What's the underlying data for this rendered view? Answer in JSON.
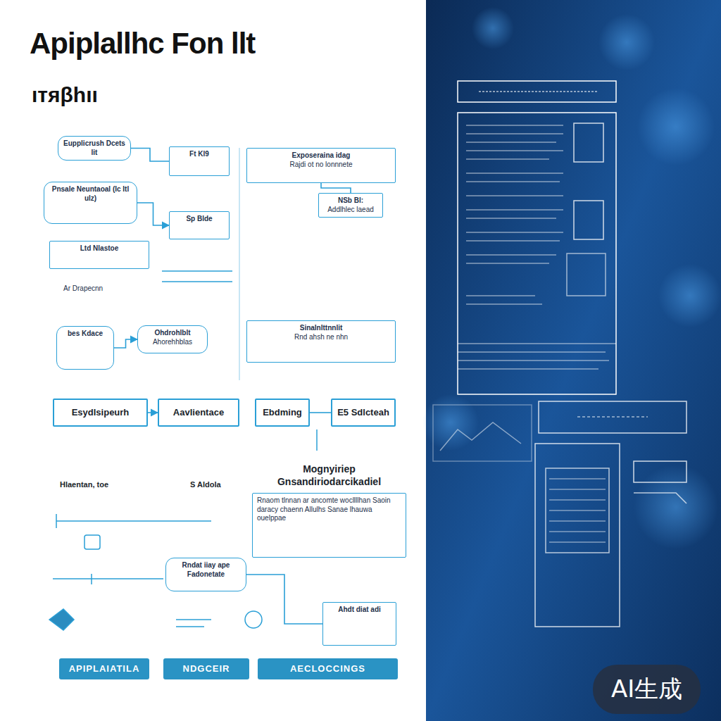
{
  "diagram": {
    "title": "Apiplallhc Fon llt",
    "nodes": [
      {
        "text": [
          "Eupplicrush Dcets lit"
        ]
      },
      {
        "text": [
          "Pnsale Neuntaoal (Ic Itl ulz)"
        ]
      },
      {
        "text": [
          "Ltd Nlastoe"
        ]
      },
      {
        "text": [
          "bes Kdace"
        ]
      },
      {
        "text": [
          "Ft Kl9"
        ]
      },
      {
        "text": [
          "Sp Blde"
        ]
      },
      {
        "text": [
          "Exposeraina idag",
          "Rajdi ot no lonnnete"
        ]
      },
      {
        "text": [
          "NSb Bl:",
          "Addlhlec laead"
        ]
      },
      {
        "text": [
          "Ohdrohlblt",
          "Ahorehhblas"
        ]
      },
      {
        "text": [
          "Sinalnlttnnlit",
          "Rnd ahsh ne nhn"
        ]
      },
      {
        "text": [
          "Esydlsipeurh"
        ]
      },
      {
        "text": [
          "Aavlientace"
        ]
      },
      {
        "text": [
          "Ebdming"
        ]
      },
      {
        "text": [
          "E5 Sdlcteah"
        ]
      },
      {
        "text": [
          "Mognyiriep Gnsandiriodarcikadiel",
          "Rnaom tlnnan ar ancomte wocllllhan Saoin daracy chaenn Allulhs Sanae lhauwa ouelppae"
        ]
      },
      {
        "text": [
          "Rndat iiay ape Fadonetate"
        ]
      },
      {
        "text": [
          "Ahdt diat adi"
        ]
      },
      {
        "text": [
          "APIPLAIATILA"
        ]
      },
      {
        "text": [
          "NDGCEIR"
        ]
      },
      {
        "text": [
          "AECLOCCINGS"
        ]
      }
    ],
    "edges": [
      {
        "from": 0,
        "to": 4,
        "arrow": "none"
      },
      {
        "from": 1,
        "to": 5,
        "arrow": "to"
      },
      {
        "from": 3,
        "to": 8,
        "arrow": "to"
      },
      {
        "from": 6,
        "to": 7,
        "arrow": "none"
      },
      {
        "from": 10,
        "to": 11,
        "arrow": "to"
      },
      {
        "from": 12,
        "to": 13,
        "arrow": "none"
      },
      {
        "from": 15,
        "to": 16,
        "arrow": "none"
      }
    ],
    "labels": [
      "ıтяβhıı",
      "Ar Drapecnn",
      "Hlaentan, toe",
      "S Aldola",
      "AI生成"
    ]
  }
}
